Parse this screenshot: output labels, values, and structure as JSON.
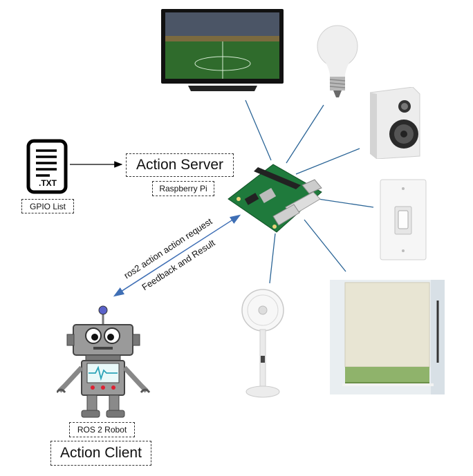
{
  "file_icon": {
    "text": ".TXT",
    "caption": "GPIO List"
  },
  "server": {
    "title": "Action Server",
    "subtitle": "Raspberry Pi"
  },
  "client": {
    "title": "Action Client",
    "subtitle": "ROS 2 Robot"
  },
  "arrows": {
    "request": "ros2 action action request",
    "feedback": "Feedback and Result"
  },
  "colors": {
    "link_line": "#2a6496",
    "arrow_blue": "#3f6fb5",
    "board_green": "#1f7a3c",
    "robot_gray": "#8e8e8e",
    "antenna_ball": "#5a62c9"
  },
  "devices": [
    "tv-icon",
    "light-bulb-icon",
    "speaker-icon",
    "light-switch-icon",
    "window-blind-icon",
    "fan-icon"
  ]
}
